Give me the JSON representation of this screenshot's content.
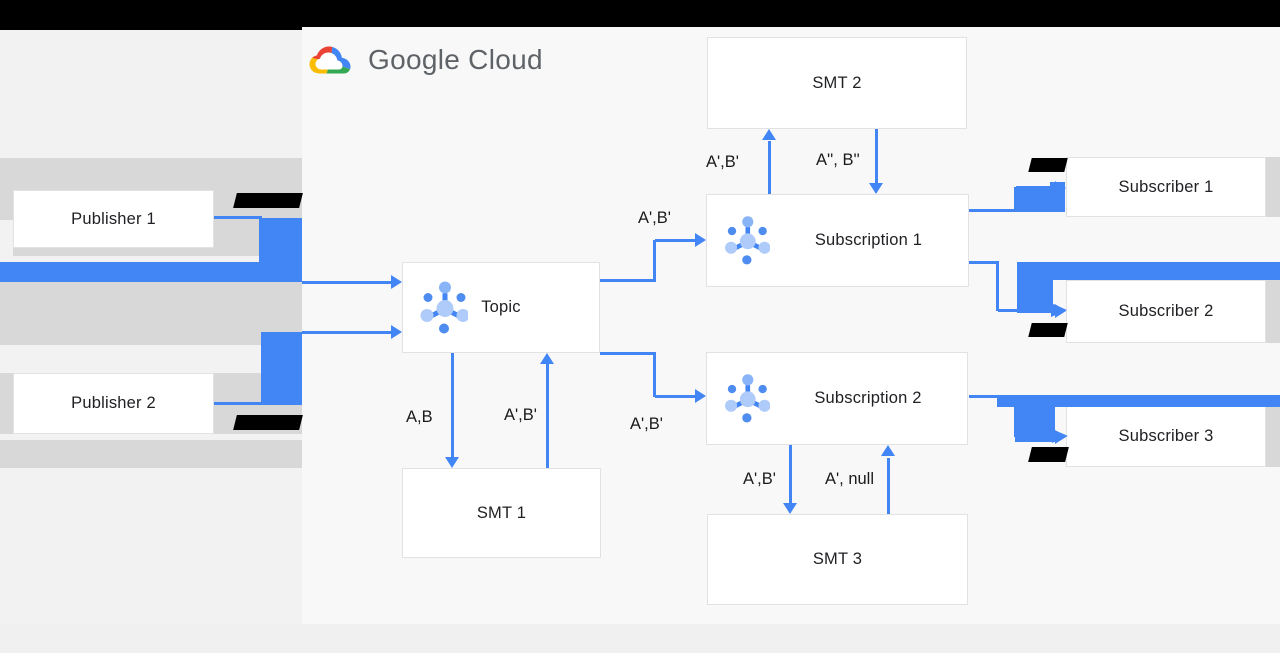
{
  "header": {
    "logo_text": "Google Cloud"
  },
  "nodes": {
    "publisher1": {
      "label": "Publisher 1"
    },
    "publisher2": {
      "label": "Publisher 2"
    },
    "topic": {
      "label": "Topic"
    },
    "smt1": {
      "label": "SMT 1"
    },
    "smt2": {
      "label": "SMT 2"
    },
    "smt3": {
      "label": "SMT 3"
    },
    "subscription1": {
      "label": "Subscription 1"
    },
    "subscription2": {
      "label": "Subscription 2"
    },
    "subscriber1": {
      "label": "Subscriber 1"
    },
    "subscriber2": {
      "label": "Subscriber 2"
    },
    "subscriber3": {
      "label": "Subscriber 3"
    }
  },
  "edge_labels": {
    "topic_to_sub1": "A',B'",
    "topic_to_sub2": "A',B'",
    "topic_to_smt1": "A,B",
    "smt1_to_topic": "A',B'",
    "sub1_to_smt2": "A',B'",
    "smt2_to_sub1": "A'', B''",
    "sub2_to_smt3": "A',B'",
    "smt3_to_sub2": "A', null"
  },
  "edges": [
    {
      "from": "Publisher 1",
      "to": "Topic",
      "label": ""
    },
    {
      "from": "Publisher 2",
      "to": "Topic",
      "label": ""
    },
    {
      "from": "Topic",
      "to": "Subscription 1",
      "label": "A',B'"
    },
    {
      "from": "Topic",
      "to": "Subscription 2",
      "label": "A',B'"
    },
    {
      "from": "Topic",
      "to": "SMT 1",
      "label": "A,B"
    },
    {
      "from": "SMT 1",
      "to": "Topic",
      "label": "A',B'"
    },
    {
      "from": "Subscription 1",
      "to": "SMT 2",
      "label": "A',B'"
    },
    {
      "from": "SMT 2",
      "to": "Subscription 1",
      "label": "A'', B''"
    },
    {
      "from": "Subscription 2",
      "to": "SMT 3",
      "label": "A',B'"
    },
    {
      "from": "SMT 3",
      "to": "Subscription 2",
      "label": "A', null"
    },
    {
      "from": "Subscription 1",
      "to": "Subscriber 1",
      "label": ""
    },
    {
      "from": "Subscription 1",
      "to": "Subscriber 2",
      "label": ""
    },
    {
      "from": "Subscription 2",
      "to": "Subscriber 3",
      "label": ""
    }
  ],
  "colors": {
    "arrow_blue": "#4285f4",
    "annotation_blue": "#4285f4",
    "annotation_black": "#000000",
    "band_gray": "#d8d8d8",
    "logo_text_gray": "#5f6368",
    "icon_light_blue": "#aecbfa",
    "icon_medium_blue": "#8ab4f8",
    "icon_dark_blue": "#4e8cf0"
  }
}
